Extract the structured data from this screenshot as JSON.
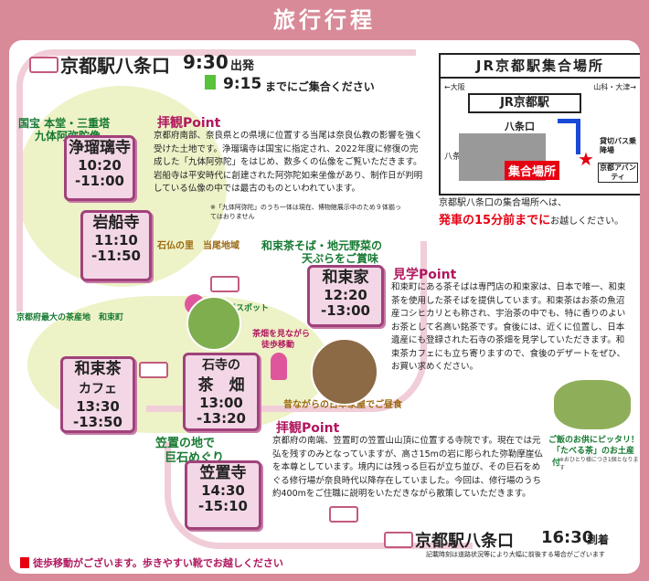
{
  "title": "旅行行程",
  "start": {
    "station": "京都駅八条口",
    "time": "9:30",
    "time_suffix": "出発",
    "meet_time": "9:15",
    "meet_text": "までにご集合ください"
  },
  "map": {
    "title": "JR京都駅集合場所",
    "label_ohara": "←大阪",
    "label_yamashina": "山科・大津→",
    "station": "JR京都駅",
    "street_hachijo": "八条口",
    "street_hachijodori": "八条通",
    "bus_stop": "貸切バス乗降場",
    "meeting": "集合場所",
    "hotel": "京都アバンティ",
    "caption_1": "京都駅八条口の集合場所へは、",
    "caption_2": "発車の15分前までに",
    "caption_3": "お越しください。"
  },
  "stops": [
    {
      "name": "浄瑠璃寺",
      "time1": "10:20",
      "time2": "-11:00"
    },
    {
      "name": "岩船寺",
      "time1": "11:10",
      "time2": "-11:50"
    },
    {
      "name": "和束家",
      "time1": "12:20",
      "time2": "-13:00"
    },
    {
      "name1": "和束茶",
      "name2": "カフェ",
      "time1": "13:30",
      "time2": "-13:50"
    },
    {
      "name1": "石寺の",
      "name2": "茶　畑",
      "time1": "13:00",
      "time2": "-13:20"
    },
    {
      "name": "笠置寺",
      "time1": "14:30",
      "time2": "-15:10"
    }
  ],
  "tags": {
    "kokuhou": "国宝 本堂・三重塔",
    "kutai": "九体阿弥陀像",
    "ishibotoke": "石仏の里　当尾地域",
    "wazuka_soba": "和束茶そば・地元野菜の",
    "tempura": "天ぷらをご賞味",
    "chaen": "京都府最大の茶産地　和束町",
    "photo": "写真撮影スポット",
    "walk1": "茶畑を見ながら",
    "walk2": "徒歩移動",
    "old_house": "昔ながらの日本家屋でご昼食",
    "kasagi1": "笠置の地で",
    "kasagi2": "巨石めぐり",
    "souvenir1": "ご飯のお供にピッタリ！",
    "souvenir2": "「たべる茶」のお土産付",
    "souvenir3": "※おひとり様につき1個となります"
  },
  "points": {
    "p1_title": "拝観Point",
    "p1_text": "京都府南部、奈良県との県境に位置する当尾は奈良仏教の影響を強く受けた土地です。浄瑠璃寺は国宝に指定され、2022年度に修復の完成した「九体阿弥陀」をはじめ、数多くの仏像をご覧いただきます。岩船寺は平安時代に創建された阿弥陀如来坐像があり、制作日が判明している仏像の中では最古のものといわれています。",
    "p1_note": "※「九体阿弥陀」のうち一体は現在、博物館展示中のため９体揃ってはおりません",
    "p2_title": "見学Point",
    "p2_text": "和束町にある茶そばは専門店の和束家は、日本で唯一、和束茶を使用した茶そばを提供しています。和束茶はお茶の魚沼産コシヒカリとも称され、宇治茶の中でも、特に香りのよいお茶として名高い銘茶です。食後には、近くに位置し、日本遺産にも登録された石寺の茶畑を見学していただきます。和束茶カフェにも立ち寄りますので、食後のデザートをぜひ、お買い求めください。",
    "p3_title": "拝観Point",
    "p3_text": "京都府の南端、笠置町の笠置山山頂に位置する寺院です。現在では元弘を残すのみとなっていますが、高さ15mの岩に彫られた弥勒摩崖仏を本尊としています。境内には残っる巨石が立ち並び、その巨石をめぐる修行場が奈良時代以降存在していました。今回は、修行場のうち約400mをご住職に説明をいただきながら散策していただきます。"
  },
  "end": {
    "station": "京都駅八条口",
    "time": "16:30",
    "time_suffix": "到着",
    "note": "記載時刻は道路状況等により大幅に前後する場合がございます"
  },
  "footer_warning": "徒歩移動がございます。歩きやすい靴でお越しください"
}
